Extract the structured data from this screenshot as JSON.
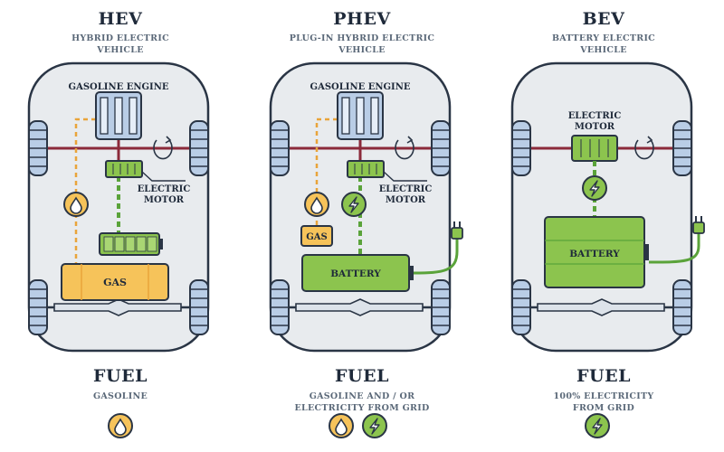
{
  "hev": {
    "title": "HEV",
    "subtitle": [
      "HYBRID ELECTRIC",
      "VEHICLE"
    ],
    "labels": {
      "engine": "GASOLINE ENGINE",
      "motor": [
        "ELECTRIC",
        "MOTOR"
      ],
      "tank": "GAS"
    },
    "fuel_title": "FUEL",
    "fuel_desc": [
      "GASOLINE"
    ]
  },
  "phev": {
    "title": "PHEV",
    "subtitle": [
      "PLUG-IN HYBRID ELECTRIC",
      "VEHICLE"
    ],
    "labels": {
      "engine": "GASOLINE ENGINE",
      "motor": [
        "ELECTRIC",
        "MOTOR"
      ],
      "tank": "GAS",
      "battery": "BATTERY"
    },
    "fuel_title": "FUEL",
    "fuel_desc": [
      "GASOLINE AND / OR",
      "ELECTRICITY FROM GRID"
    ]
  },
  "bev": {
    "title": "BEV",
    "subtitle": [
      "BATTERY ELECTRIC",
      "VEHICLE"
    ],
    "labels": {
      "motor": [
        "ELECTRIC",
        "MOTOR"
      ],
      "battery": "BATTERY"
    },
    "fuel_title": "FUEL",
    "fuel_desc": [
      "100% ELECTRICITY",
      "FROM GRID"
    ]
  },
  "colors": {
    "gas": "#f6c35a",
    "electric": "#8cc44e",
    "engine": "#b9cde6",
    "body": "#e8ebee",
    "axle": "#8b2a3a",
    "outline": "#2a3545"
  }
}
